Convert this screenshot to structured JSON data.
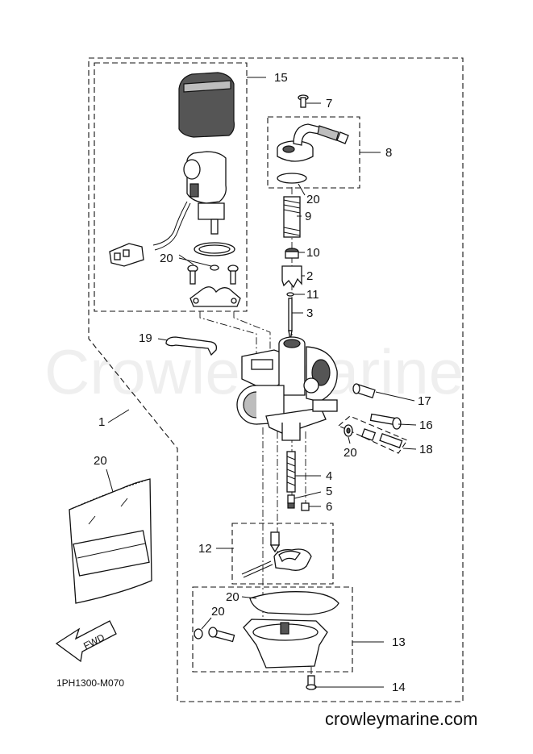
{
  "watermark": "CrowleyMarine",
  "diagram_code": "1PH1300-M070",
  "website": "crowleymarine.com",
  "fwd_label": "FWD",
  "callouts": {
    "c1": "1",
    "c2": "2",
    "c3": "3",
    "c4": "4",
    "c5": "5",
    "c6": "6",
    "c7": "7",
    "c8": "8",
    "c9": "9",
    "c10": "10",
    "c11": "11",
    "c12": "12",
    "c13": "13",
    "c14": "14",
    "c15": "15",
    "c16": "16",
    "c17": "17",
    "c18": "18",
    "c19": "19",
    "c20a": "20",
    "c20b": "20",
    "c20c": "20",
    "c20d": "20",
    "c20e": "20",
    "c20f": "20"
  }
}
